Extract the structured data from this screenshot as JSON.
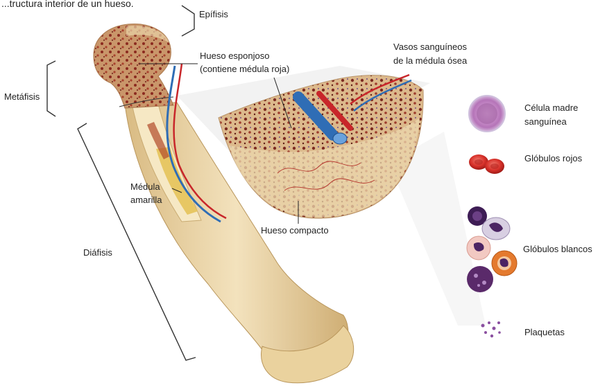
{
  "caption": "...tructura interior de un hueso.",
  "labels": {
    "epifisis": "Epífisis",
    "metafisis": "Metáfisis",
    "diafisis": "Diáfisis",
    "hueso_esponjoso_1": "Hueso esponjoso",
    "hueso_esponjoso_2": "(contiene médula roja)",
    "medula_amarilla_1": "Médula",
    "medula_amarilla_2": "amarilla",
    "hueso_compacto": "Hueso compacto",
    "vasos_1": "Vasos sanguíneos",
    "vasos_2": "de la médula ósea",
    "celula_madre_1": "Célula madre",
    "celula_madre_2": "sanguínea",
    "globulos_rojos": "Glóbulos rojos",
    "globulos_blancos": "Glóbulos blancos",
    "plaquetas": "Plaquetas"
  },
  "colors": {
    "bone": "#e7cf9f",
    "bone_dark": "#c9ab72",
    "marrow_red": "#8b2a1f",
    "vessel_red": "#c8262a",
    "vessel_blue": "#2f6db5",
    "yellow_marrow": "#e6c35a",
    "stem_cell": "#c58ac6",
    "white_cell": "#5a2a6a"
  }
}
